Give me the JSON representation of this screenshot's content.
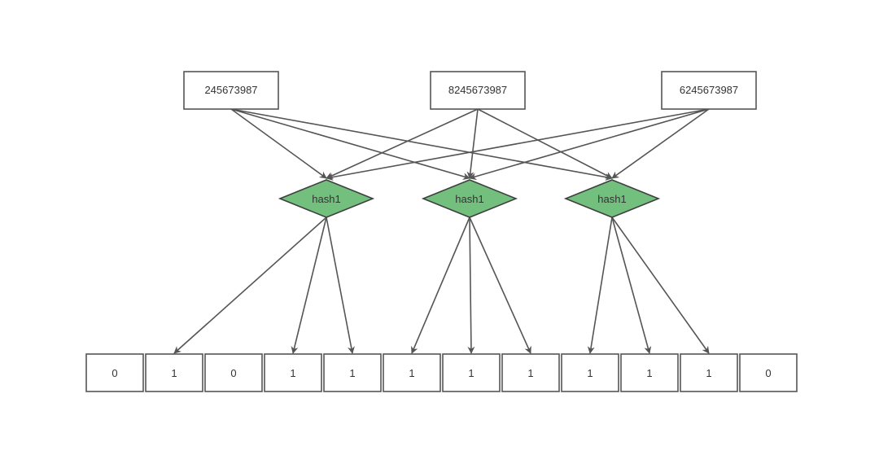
{
  "inputs": [
    "245673987",
    "8245673987",
    "6245673987"
  ],
  "hash_functions": [
    {
      "label": "hash1",
      "targets": [
        1,
        3,
        4
      ]
    },
    {
      "label": "hash1",
      "targets": [
        5,
        6,
        7
      ]
    },
    {
      "label": "hash1",
      "targets": [
        8,
        9,
        10
      ]
    }
  ],
  "bit_array": [
    "0",
    "1",
    "0",
    "1",
    "1",
    "1",
    "1",
    "1",
    "1",
    "1",
    "1",
    "0"
  ],
  "colors": {
    "hash_fill": "#72bf7e",
    "stroke": "#555555"
  }
}
